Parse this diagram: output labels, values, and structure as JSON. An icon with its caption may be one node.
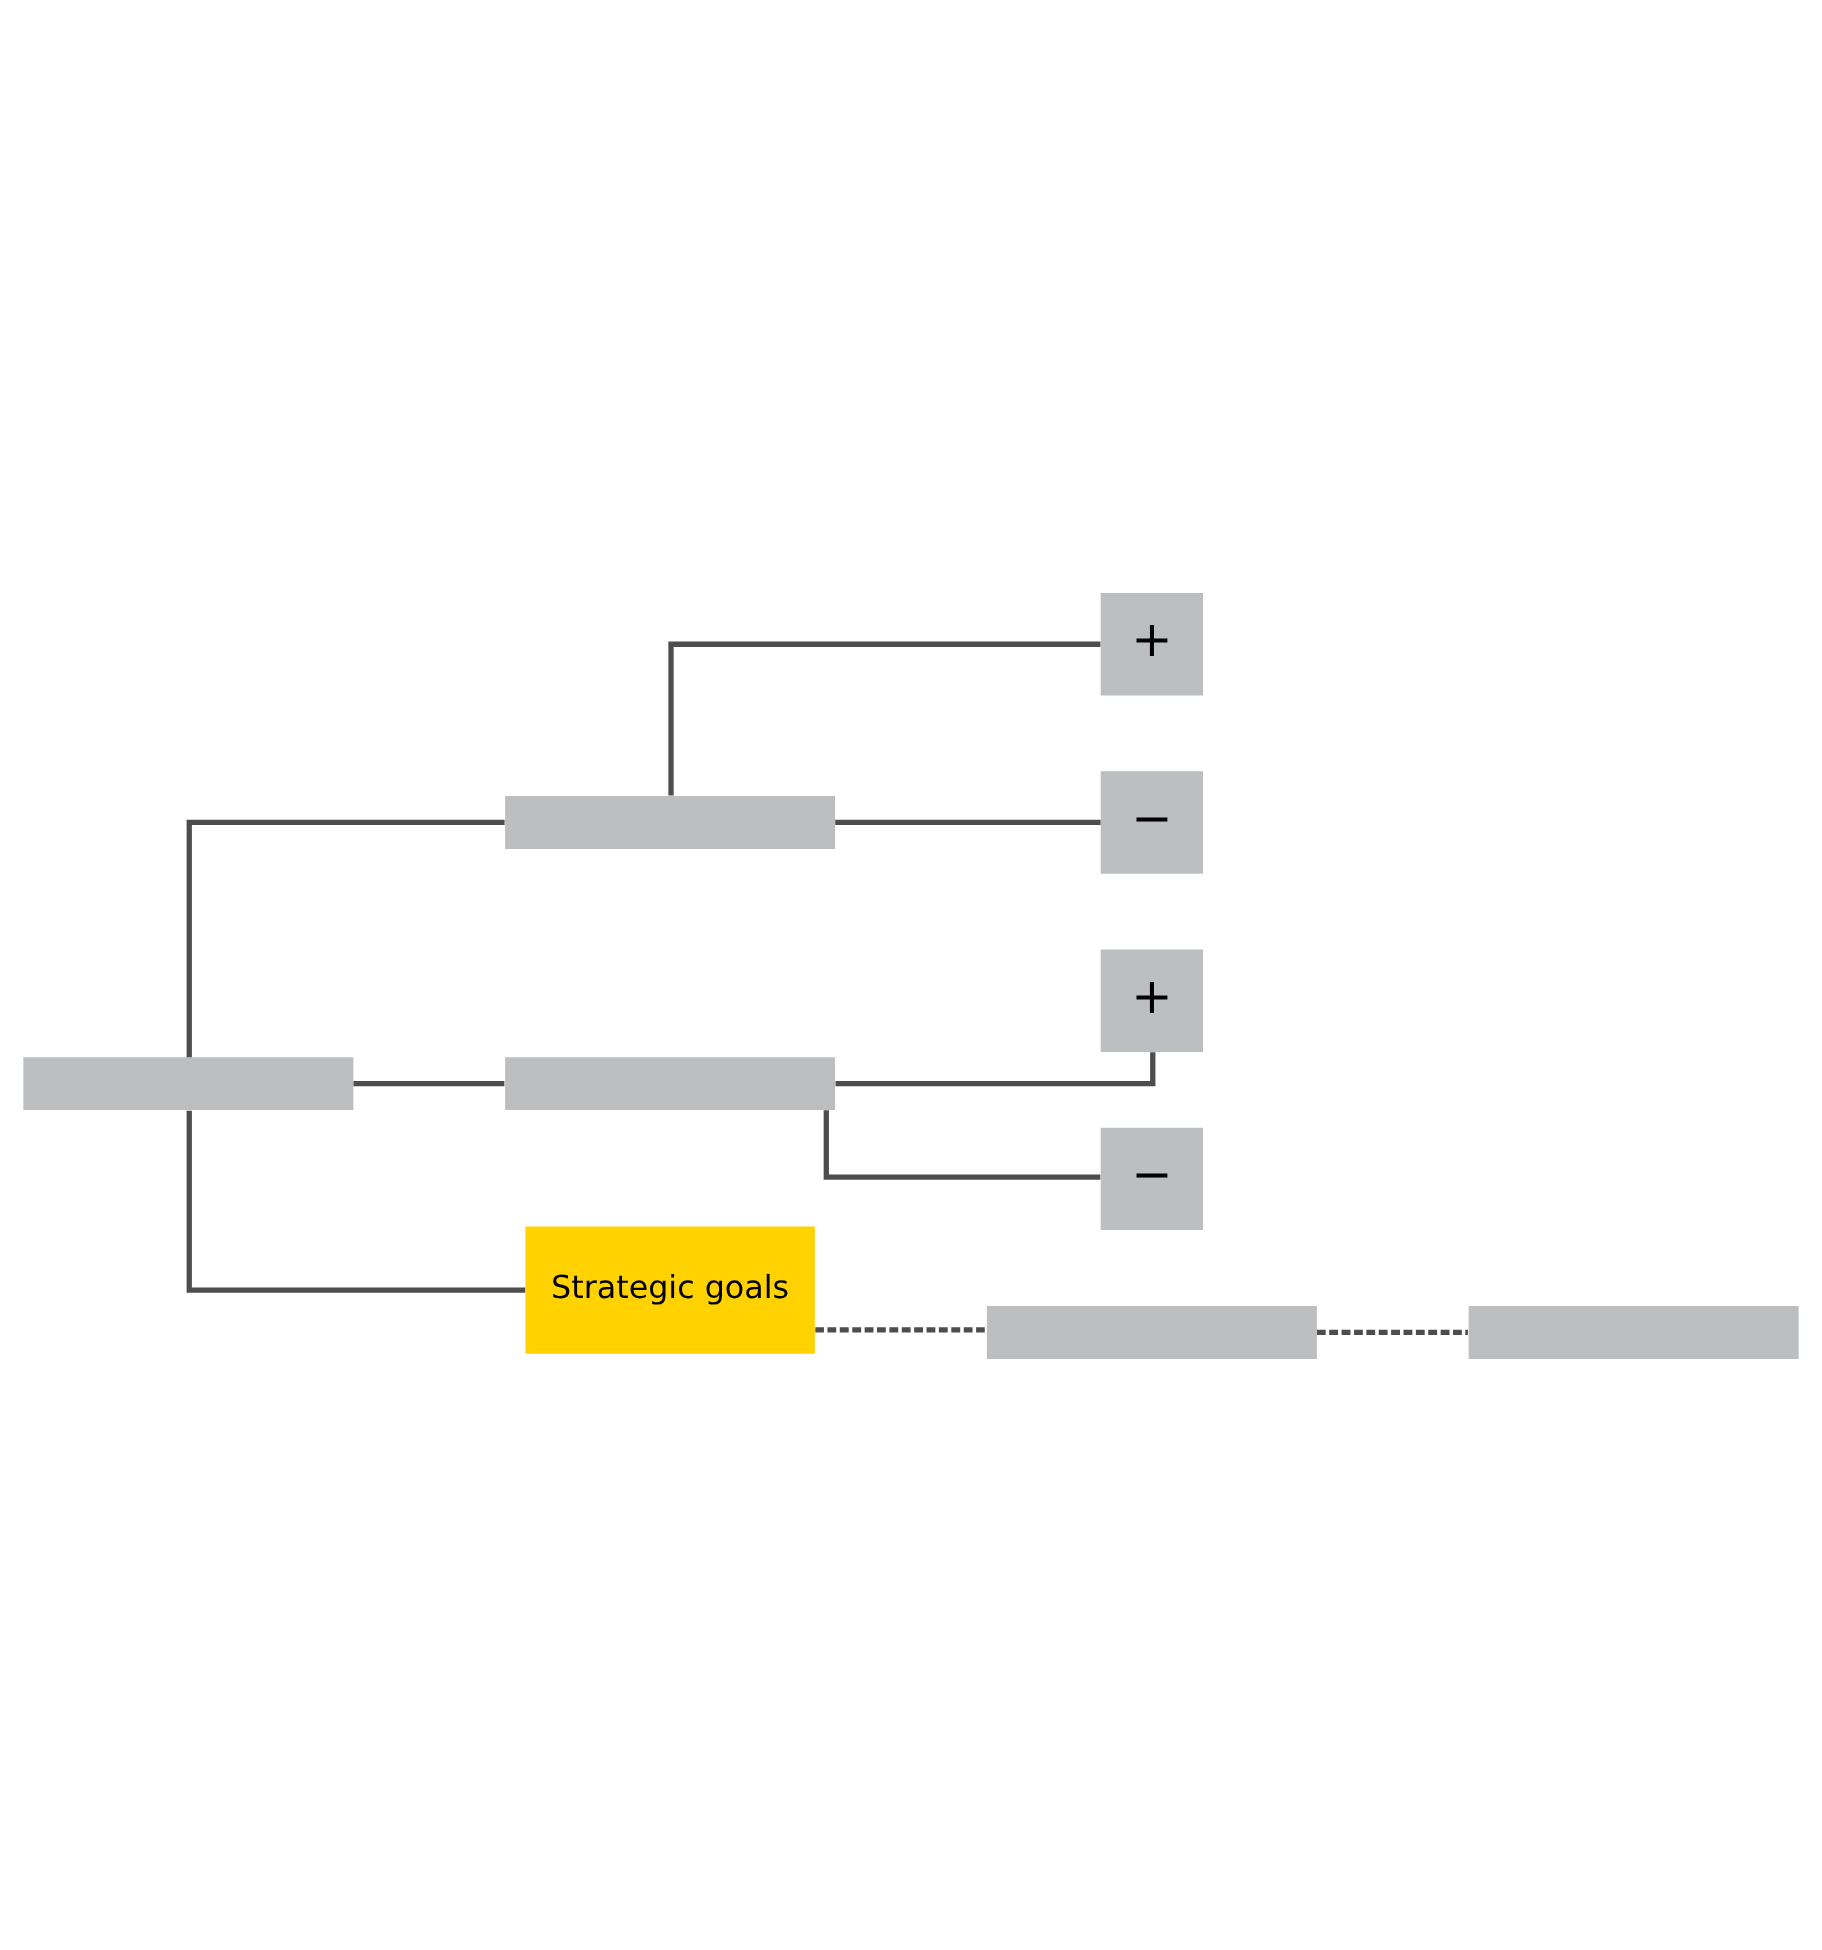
{
  "diagram": {
    "nodes": [
      {
        "text": [],
        "shape": "bar"
      },
      {
        "text": [],
        "shape": "bar"
      },
      {
        "text": [],
        "shape": "bar"
      },
      {
        "text": [
          "+"
        ]
      },
      {
        "text": [
          "−"
        ]
      },
      {
        "text": [
          "+"
        ]
      },
      {
        "text": [
          "−"
        ]
      },
      {
        "text": [
          "Strategic goals"
        ]
      },
      {
        "text": [],
        "shape": "bar"
      },
      {
        "text": [],
        "shape": "bar"
      }
    ],
    "edges": [
      {
        "from": 0,
        "to": 1,
        "arrow": "none"
      },
      {
        "from": 0,
        "to": 2,
        "arrow": "none"
      },
      {
        "from": 1,
        "to": 3,
        "arrow": "none"
      },
      {
        "from": 1,
        "to": 4,
        "arrow": "none"
      },
      {
        "from": 2,
        "to": 5,
        "arrow": "none"
      },
      {
        "from": 2,
        "to": 6,
        "arrow": "none"
      },
      {
        "from": 0,
        "to": 7,
        "arrow": "none"
      },
      {
        "from": 7,
        "to": 8,
        "arrow": "none",
        "style": "dashed"
      },
      {
        "from": 8,
        "to": 9,
        "arrow": "none",
        "style": "dashed"
      }
    ]
  }
}
